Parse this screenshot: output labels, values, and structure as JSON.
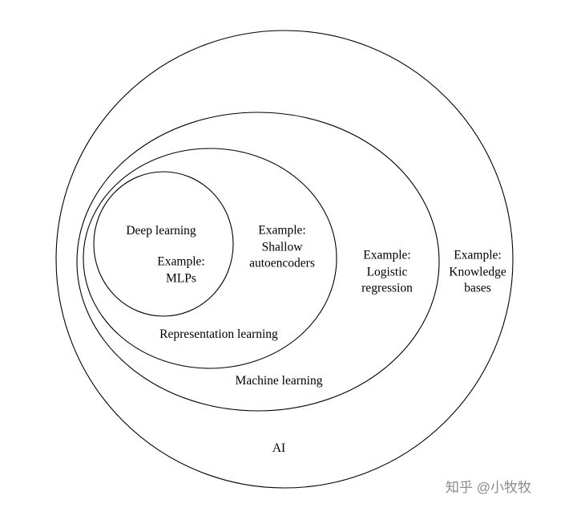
{
  "diagram": {
    "type": "nested-euler-diagram",
    "sets": {
      "ai": {
        "label": "AI",
        "example": "Example:\nKnowledge\nbases"
      },
      "machine_learning": {
        "label": "Machine learning",
        "example": "Example:\nLogistic\nregression"
      },
      "representation_learning": {
        "label": "Representation learning",
        "example": "Example:\nShallow\nautoencoders"
      },
      "deep_learning": {
        "label": "Deep learning",
        "example": "Example:\nMLPs"
      }
    },
    "colors": {
      "stroke": "#000000",
      "background": "#ffffff",
      "watermark_text": "#8c8c8c"
    }
  },
  "watermark": {
    "text": "知乎 @小牧牧"
  }
}
